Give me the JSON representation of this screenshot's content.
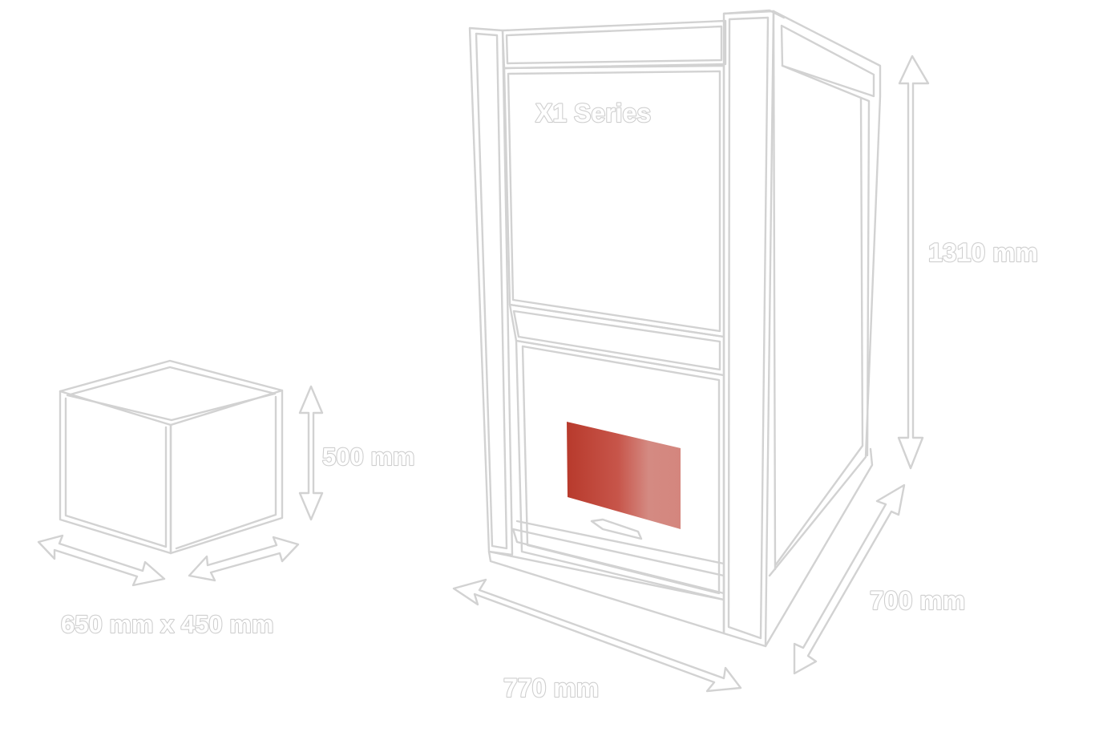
{
  "machine": {
    "series_label": "X1 Series",
    "window_color": "#c0392b"
  },
  "dimensions": {
    "height": "1310 mm",
    "depth": "700 mm",
    "width": "770 mm"
  },
  "box": {
    "height": "500 mm",
    "footprint": "650 mm x 450 mm"
  }
}
